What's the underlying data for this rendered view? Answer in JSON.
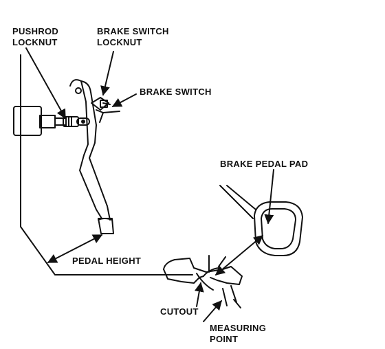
{
  "labels": {
    "pushrod_locknut": [
      "PUSHROD",
      "LOCKNUT"
    ],
    "brake_switch_locknut": [
      "BRAKE SWITCH",
      "LOCKNUT"
    ],
    "brake_switch": "BRAKE SWITCH",
    "brake_pedal_pad": "BRAKE PEDAL PAD",
    "pedal_height": "PEDAL HEIGHT",
    "cutout": "CUTOUT",
    "measuring_point": [
      "MEASURING",
      "POINT"
    ]
  },
  "colors": {
    "ink": "#111111",
    "paper": "#ffffff"
  }
}
